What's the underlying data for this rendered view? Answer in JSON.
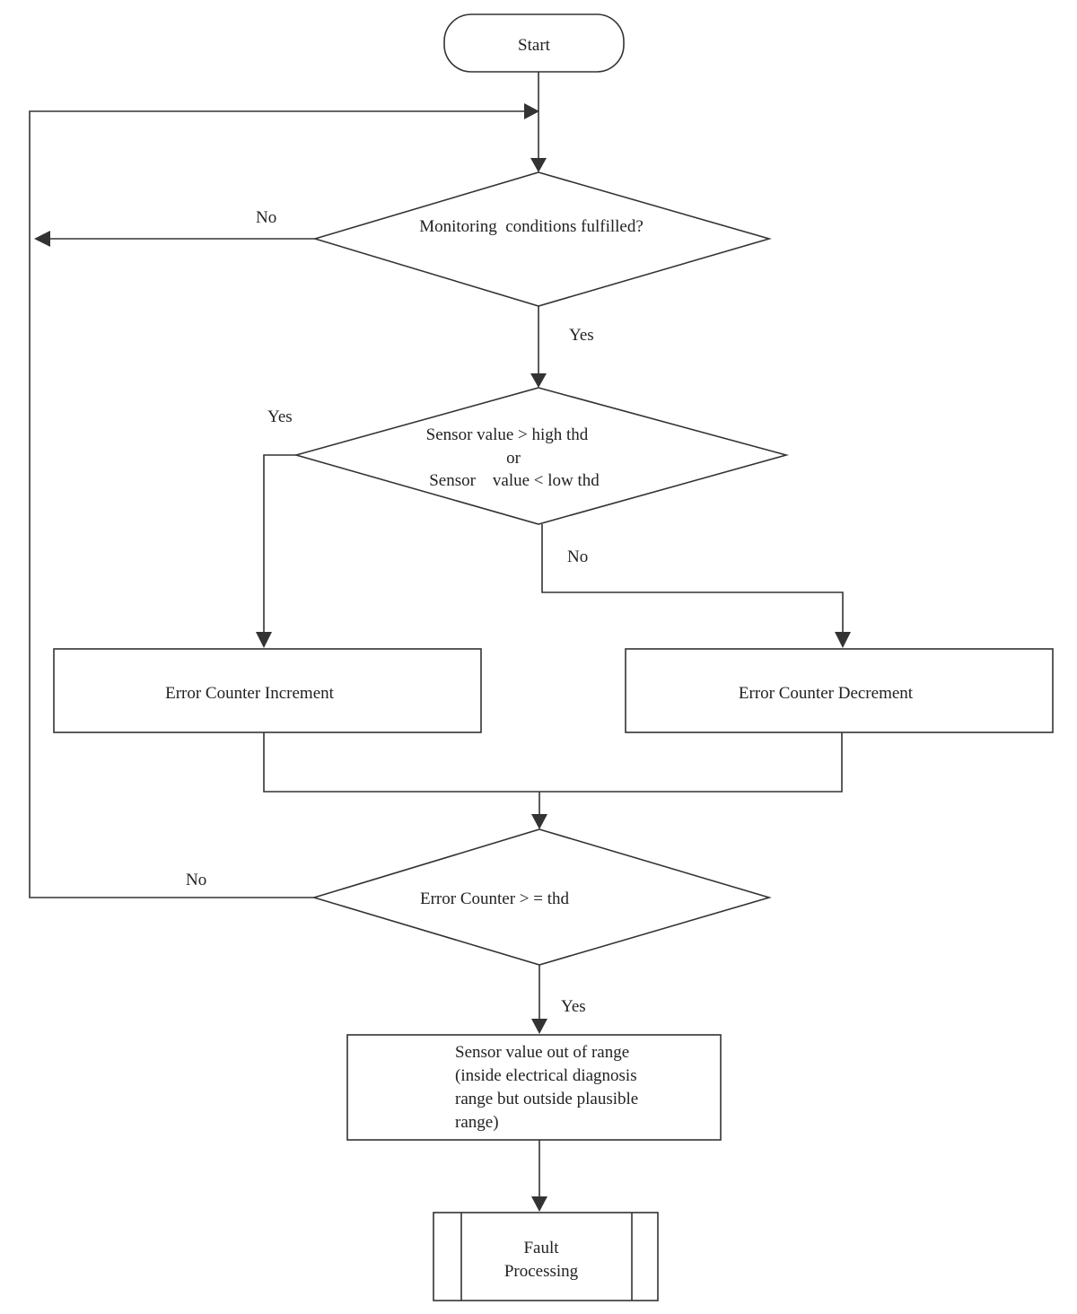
{
  "diagram": {
    "start": "Start",
    "decision_monitoring": "Monitoring  conditions fulfilled?",
    "decision_monitoring_no": "No",
    "decision_monitoring_yes": "Yes",
    "decision_sensor": {
      "line1": "Sensor value > high thd",
      "line2": "or",
      "line3": "Sensor    value < low thd"
    },
    "decision_sensor_yes": "Yes",
    "decision_sensor_no": "No",
    "box_increment": "Error Counter Increment",
    "box_decrement": "Error Counter Decrement",
    "decision_counter": "Error Counter > = thd",
    "decision_counter_no": "No",
    "decision_counter_yes": "Yes",
    "box_out_of_range": {
      "line1": "Sensor value out of range",
      "line2": "(inside electrical diagnosis",
      "line3": "range but outside plausible",
      "line4": "range)"
    },
    "box_fault": {
      "line1": "Fault",
      "line2": "Processing"
    }
  }
}
